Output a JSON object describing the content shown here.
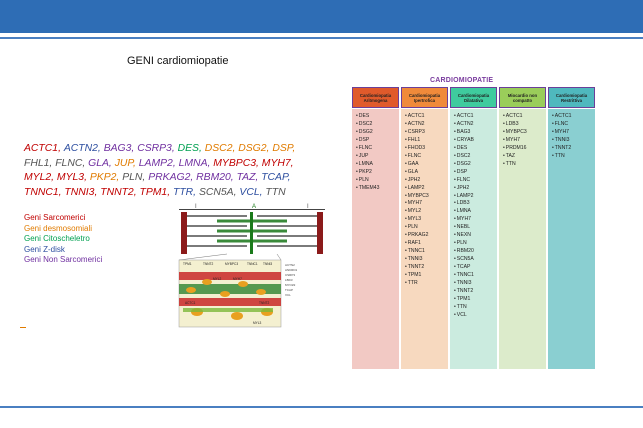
{
  "slide": {
    "title": "GENI cardiomiopatie",
    "gene_groups": [
      {
        "color": "#C00000",
        "text": "ACTC1, "
      },
      {
        "color": "#2E4FA0",
        "text": "ACTN2, "
      },
      {
        "color": "#7030A0",
        "text": "BAG3, "
      },
      {
        "color": "#7030A0",
        "text": "CSRP3, "
      },
      {
        "color": "#00A050",
        "text": "DES, "
      },
      {
        "color": "#E07B00",
        "text": "DSC2, "
      },
      {
        "color": "#E07B00",
        "text": "DSG2, "
      },
      {
        "color": "#E07B00",
        "text": "DSP, "
      },
      {
        "color": "#555555",
        "text": "FHL1,"
      },
      {
        "color": "#555555",
        "text": "FLNC, "
      },
      {
        "color": "#7030A0",
        "text": "GLA, "
      },
      {
        "color": "#E07B00",
        "text": "JUP, "
      },
      {
        "color": "#7030A0",
        "text": "LAMP2, "
      },
      {
        "color": "#7030A0",
        "text": "LMNA, "
      },
      {
        "color": "#C00000",
        "text": "MYBPC3, "
      },
      {
        "color": "#C00000",
        "text": "MYH7, "
      },
      {
        "color": "#C00000",
        "text": "MYL2, "
      },
      {
        "color": "#C00000",
        "text": "MYL3, "
      },
      {
        "color": "#E07B00",
        "text": "PKP2, "
      },
      {
        "color": "#555555",
        "text": "PLN, "
      },
      {
        "color": "#7030A0",
        "text": "PRKAG2, "
      },
      {
        "color": "#7030A0",
        "text": "RBM20, "
      },
      {
        "color": "#7030A0",
        "text": "TAZ, "
      },
      {
        "color": "#2E4FA0",
        "text": "TCAP, "
      },
      {
        "color": "#C00000",
        "text": "TNNC1, "
      },
      {
        "color": "#C00000",
        "text": "TNNI3, "
      },
      {
        "color": "#C00000",
        "text": "TNNT2, "
      },
      {
        "color": "#C00000",
        "text": "TPM1, "
      },
      {
        "color": "#2E4FA0",
        "text": "TTR, "
      },
      {
        "color": "#555555",
        "text": "SCN5A, "
      },
      {
        "color": "#2E4FA0",
        "text": "VCL, "
      },
      {
        "color": "#555555",
        "text": "TTN"
      }
    ],
    "legend": [
      {
        "label": "Geni Sarcomerici",
        "color": "#C00000"
      },
      {
        "label": "Geni desmosomiali",
        "color": "#E07B00"
      },
      {
        "label": "Geni Citoscheletro",
        "color": "#00A050"
      },
      {
        "label": "Geni Z-disk",
        "color": "#2E4FA0"
      },
      {
        "label": "Geni Non Sarcomerici",
        "color": "#7030A0"
      }
    ]
  },
  "figure": {
    "band_letters": [
      "I",
      "A",
      "I"
    ],
    "labels": [
      "TPM1",
      "TNNT2",
      "MYBPC3",
      "TNNC1",
      "TNNI3",
      "MYL2",
      "MYH7",
      "ACTC1",
      "TNNT2",
      "MYL3"
    ],
    "side_labels": [
      "ACTN2",
      "ANKRD1",
      "CSRP3",
      "LBD3",
      "MYOZ2",
      "TCAP",
      "VCL"
    ]
  },
  "table": {
    "title": "CARDIOMIOPATIE",
    "columns": [
      {
        "header": "Cardiomiopatia Aritmogena",
        "header_color": "#E05A2B",
        "body_color": "#F2C9C4",
        "genes": [
          "DES",
          "DSC2",
          "DSG2",
          "DSP",
          "FLNC",
          "JUP",
          "LMNA",
          "PKP2",
          "PLN",
          "TMEM43"
        ]
      },
      {
        "header": "Cardiomiopatia Ipertrofica",
        "header_color": "#F08A3A",
        "body_color": "#F7D9BF",
        "genes": [
          "ACTC1",
          "ACTN2",
          "CSRP3",
          "FHL1",
          "FHOD3",
          "FLNC",
          "GAA",
          "GLA",
          "JPH2",
          "LAMP2",
          "MYBPC3",
          "MYH7",
          "MYL2",
          "MYL3",
          "PLN",
          "PRKAG2",
          "RAF1",
          "TNNC1",
          "TNNI3",
          "TNNT2",
          "TPM1",
          "TTR"
        ]
      },
      {
        "header": "Cardiomiopatia Dilatativa",
        "header_color": "#3FCB9E",
        "body_color": "#CBEBDF",
        "genes": [
          "ACTC1",
          "ACTN2",
          "BAG3",
          "CRYAB",
          "DES",
          "DSC2",
          "DSG2",
          "DSP",
          "FLNC",
          "JPH2",
          "LAMP2",
          "LDB3",
          "LMNA",
          "MYH7",
          "NEBL",
          "NEXN",
          "PLN",
          "RBM20",
          "SCN5A",
          "TCAP",
          "TNNC1",
          "TNNI3",
          "TNNT2",
          "TPM1",
          "TTN",
          "VCL"
        ]
      },
      {
        "header": "Miocardio non compatto",
        "header_color": "#9ACD5A",
        "body_color": "#DCEBCB",
        "genes": [
          "ACTC1",
          "LDB3",
          "MYBPC3",
          "MYH7",
          "PRDM16",
          "TAZ",
          "TTN"
        ]
      },
      {
        "header": "Cardiomiopatia Restrittiva",
        "header_color": "#4FB8BE",
        "body_color": "#8ACFD1",
        "genes": [
          "ACTC1",
          "FLNC",
          "MYH7",
          "TNNI3",
          "TNNT2",
          "TTN"
        ]
      }
    ]
  }
}
